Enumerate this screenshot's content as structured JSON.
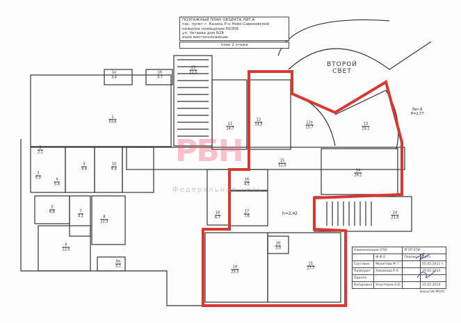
{
  "header": {
    "lines": [
      "ПОЭТАЖНЫЙ ПЛАН ОБЪЕКТА ЛИТ.А",
      "нас. пункт г. Казань Р-н Ново-Савиновский",
      "нежилое помещение N1006",
      "ул. Четаева дом N28",
      "иное местоположение:"
    ],
    "plan_label": "план 2 этажа"
  },
  "second_light": [
    "ВТОРОЙ",
    "СВЕТ"
  ],
  "lit_label": [
    "Лит.А",
    "H=2,77"
  ],
  "height_label": "h=2,42",
  "watermark": {
    "logo": "РБН",
    "subtitle": "Федеральная сеть"
  },
  "rooms": [
    {
      "n": "1",
      "a": "53,6"
    },
    {
      "n": "1а",
      "a": "3,4"
    },
    {
      "n": "1б",
      "a": "3,7"
    },
    {
      "n": "2",
      "a": "2,1"
    },
    {
      "n": "3",
      "a": "5,0"
    },
    {
      "n": "4",
      "a": "5,4"
    },
    {
      "n": "5",
      "a": "6,8"
    },
    {
      "n": "6",
      "a": "12,0"
    },
    {
      "n": "7",
      "a": "4,1"
    },
    {
      "n": "8",
      "a": "12,3"
    },
    {
      "n": "8а",
      "a": "3,1"
    },
    {
      "n": "9",
      "a": "9,4"
    },
    {
      "n": "10",
      "a": "8,4"
    },
    {
      "n": "11",
      "a": "14,7"
    },
    {
      "n": "12",
      "a": "14,5"
    },
    {
      "n": "12а",
      "a": "15,7"
    },
    {
      "n": "13",
      "a": "15,1"
    },
    {
      "n": "14",
      "a": "26,1"
    },
    {
      "n": "15",
      "a": "52,0"
    },
    {
      "n": "16",
      "a": "4,5"
    },
    {
      "n": "17",
      "a": "7,6"
    },
    {
      "n": "18",
      "a": "6,7"
    },
    {
      "n": "19",
      "a": "25,5"
    },
    {
      "n": "20",
      "a": "3,0"
    },
    {
      "n": "21",
      "a": "27,7"
    },
    {
      "n": "23",
      "a": "21,5"
    },
    {
      "n": "24",
      "a": "21,0"
    }
  ],
  "stamp": {
    "title": "Наименование ОТИ",
    "org": "РГУП БТИ",
    "fio": "Ф.И.О.",
    "sign": "Подпись",
    "date": "Дата",
    "rows": [
      {
        "role": "Составил",
        "name": "Мозитова М. Г.",
        "date": "05.05.2011 г."
      },
      {
        "role": "Проверил",
        "name": "Хакимова Р.А.",
        "date": "25.02.2014"
      },
      {
        "role": "Принял",
        "name": "",
        "date": ""
      },
      {
        "role": "Копировал",
        "name": "Унасткина А.В.",
        "date": "25.02.2014"
      }
    ],
    "scale": "масштаб М100"
  },
  "colors": {
    "outline": "#d9382e",
    "wall": "#333333"
  }
}
